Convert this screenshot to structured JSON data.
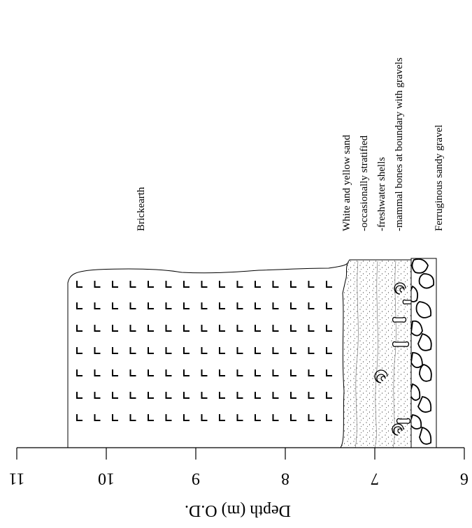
{
  "axis": {
    "title": "Depth (m) O.D.",
    "ticks": [
      "11",
      "10",
      "9",
      "8",
      "7",
      "6"
    ]
  },
  "layers": [
    {
      "id": "brickearth",
      "name": "Brickearth",
      "pattern": "brickearth-symbols"
    },
    {
      "id": "sand",
      "lines": [
        "White and yellow sand",
        "-occasionally stratified",
        "-freshwater shells",
        "-mammal bones at boundary with gravels"
      ],
      "pattern": "stippled-sand-with-shells-and-bones"
    },
    {
      "id": "gravel",
      "name": "Ferruginous sandy gravel",
      "pattern": "pebbles"
    }
  ]
}
